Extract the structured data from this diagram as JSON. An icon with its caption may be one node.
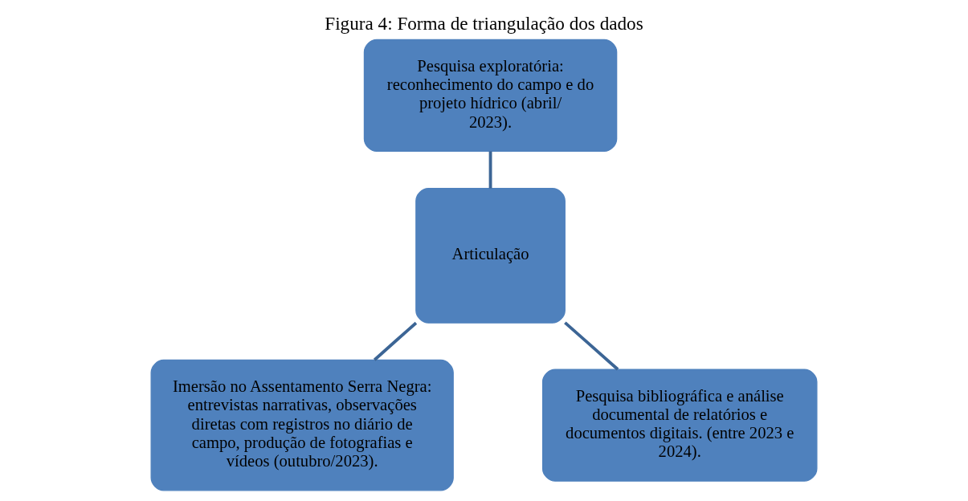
{
  "diagram": {
    "title": "Figura 4: Forma de triangulação dos dados",
    "nodes": [
      {
        "text": [
          "Pesquisa exploratória: reconhecimento do campo e do projeto hídrico (abril/ 2023)."
        ]
      },
      {
        "text": [
          "Articulação"
        ]
      },
      {
        "text": [
          "Imersão no Assentamento Serra Negra: entrevistas narrativas, observações diretas com registros no diário de campo, produção de fotografias e vídeos (outubro/2023)."
        ]
      },
      {
        "text": [
          "Pesquisa bibliográfica e análise documental de relatórios e documentos digitais. (entre 2023 e 2024)."
        ]
      }
    ],
    "edges": [
      {
        "from": 1,
        "to": 0,
        "arrow": "none"
      },
      {
        "from": 1,
        "to": 2,
        "arrow": "none"
      },
      {
        "from": 1,
        "to": 3,
        "arrow": "none"
      }
    ]
  }
}
